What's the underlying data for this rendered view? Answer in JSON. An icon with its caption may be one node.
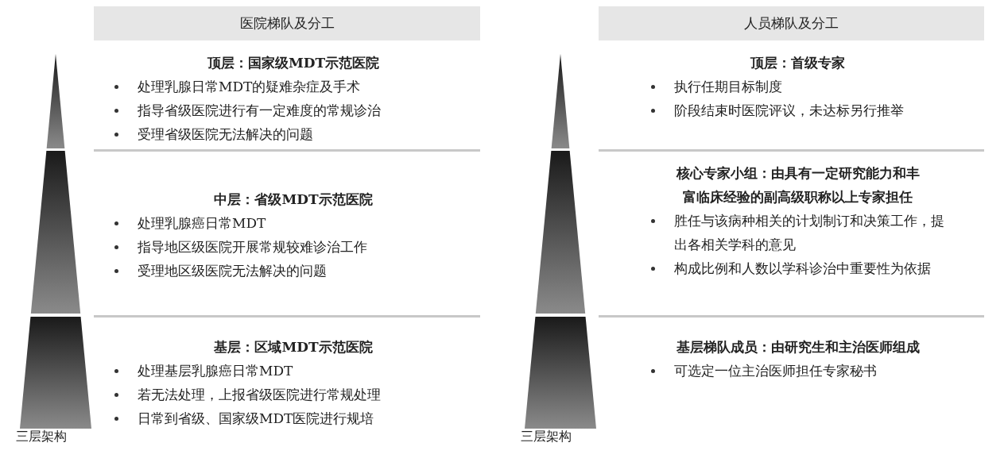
{
  "diagram": {
    "nodes": [
      {
        "text": [
          "医院梯队及分工"
        ]
      },
      {
        "text": [
          "顶层：国家级MDT示范医院",
          "处理乳腺日常MDT的疑难杂症及手术",
          "指导省级医院进行有一定难度的常规诊治",
          "受理省级医院无法解决的问题"
        ]
      },
      {
        "text": [
          "中层：省级MDT示范医院",
          "处理乳腺癌日常MDT",
          "指导地区级医院开展常规较难诊治工作",
          "受理地区级医院无法解决的问题"
        ]
      },
      {
        "text": [
          "基层：区域MDT示范医院",
          "处理基层乳腺癌日常MDT",
          "若无法处理，上报省级医院进行常规处理",
          "日常到省级、国家级MDT医院进行规培"
        ]
      },
      {
        "text": [
          "人员梯队及分工"
        ]
      },
      {
        "text": [
          "顶层：首级专家",
          "执行任期目标制度",
          "阶段结束时医院评议，未达标另行推举"
        ]
      },
      {
        "text": [
          "核心专家小组：由具有一定研究能力和丰富临床经验的副高级职称以上专家担任",
          "胜任与该病种相关的计划制订和决策工作，提出各相关学科的意见",
          "构成比例和人数以学科诊治中重要性为依据"
        ]
      },
      {
        "text": [
          "基层梯队成员：由研究生和主治医师组成",
          "可选定一位主治医师担任专家秘书"
        ]
      }
    ],
    "labels": [
      "三层架构",
      "三层架构"
    ]
  }
}
